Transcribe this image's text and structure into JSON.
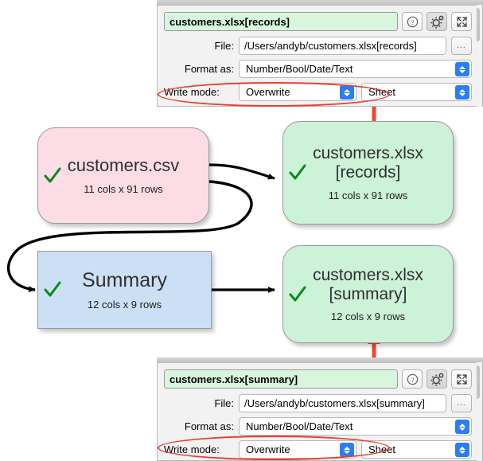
{
  "flow": {
    "nodes": [
      {
        "id": "csv",
        "title": "customers.csv",
        "subtitle": "11 cols x 91 rows",
        "color": "#fcdde6",
        "shape": "rounded",
        "status": "ok"
      },
      {
        "id": "records",
        "title": "customers.xlsx\n[records]",
        "subtitle": "11 cols x 91 rows",
        "color": "#ccf2d8",
        "shape": "rounded",
        "status": "ok"
      },
      {
        "id": "summary",
        "title": "Summary",
        "subtitle": "12 cols x 9 rows",
        "color": "#cce0f5",
        "shape": "rect",
        "status": "ok"
      },
      {
        "id": "xlsx-summary",
        "title": "customers.xlsx\n[summary]",
        "subtitle": "12 cols x 9 rows",
        "color": "#ccf2d8",
        "shape": "rounded",
        "status": "ok"
      }
    ],
    "edge_color": "#000000",
    "annotation_color": "#ee3b2e",
    "check_color": "#0a8a1e"
  },
  "panels": [
    {
      "id": "top",
      "title": "customers.xlsx[records]",
      "help_icon": "question-circle-icon",
      "settings_icon": "gear-icon",
      "expand_icon": "expand-arrows-icon",
      "file": {
        "label": "File:",
        "value": "/Users/andyb/customers.xlsx[records]",
        "browse_label": "..."
      },
      "format": {
        "label": "Format as:",
        "value": "Number/Bool/Date/Text"
      },
      "write": {
        "label": "Write mode:",
        "mode_value": "Overwrite",
        "sheet_value": "Sheet"
      }
    },
    {
      "id": "bottom",
      "title": "customers.xlsx[summary]",
      "help_icon": "question-circle-icon",
      "settings_icon": "gear-icon",
      "expand_icon": "expand-arrows-icon",
      "file": {
        "label": "File:",
        "value": "/Users/andyb/customers.xlsx[summary]",
        "browse_label": "..."
      },
      "format": {
        "label": "Format as:",
        "value": "Number/Bool/Date/Text"
      },
      "write": {
        "label": "Write mode:",
        "mode_value": "Overwrite",
        "sheet_value": "Sheet"
      }
    }
  ]
}
